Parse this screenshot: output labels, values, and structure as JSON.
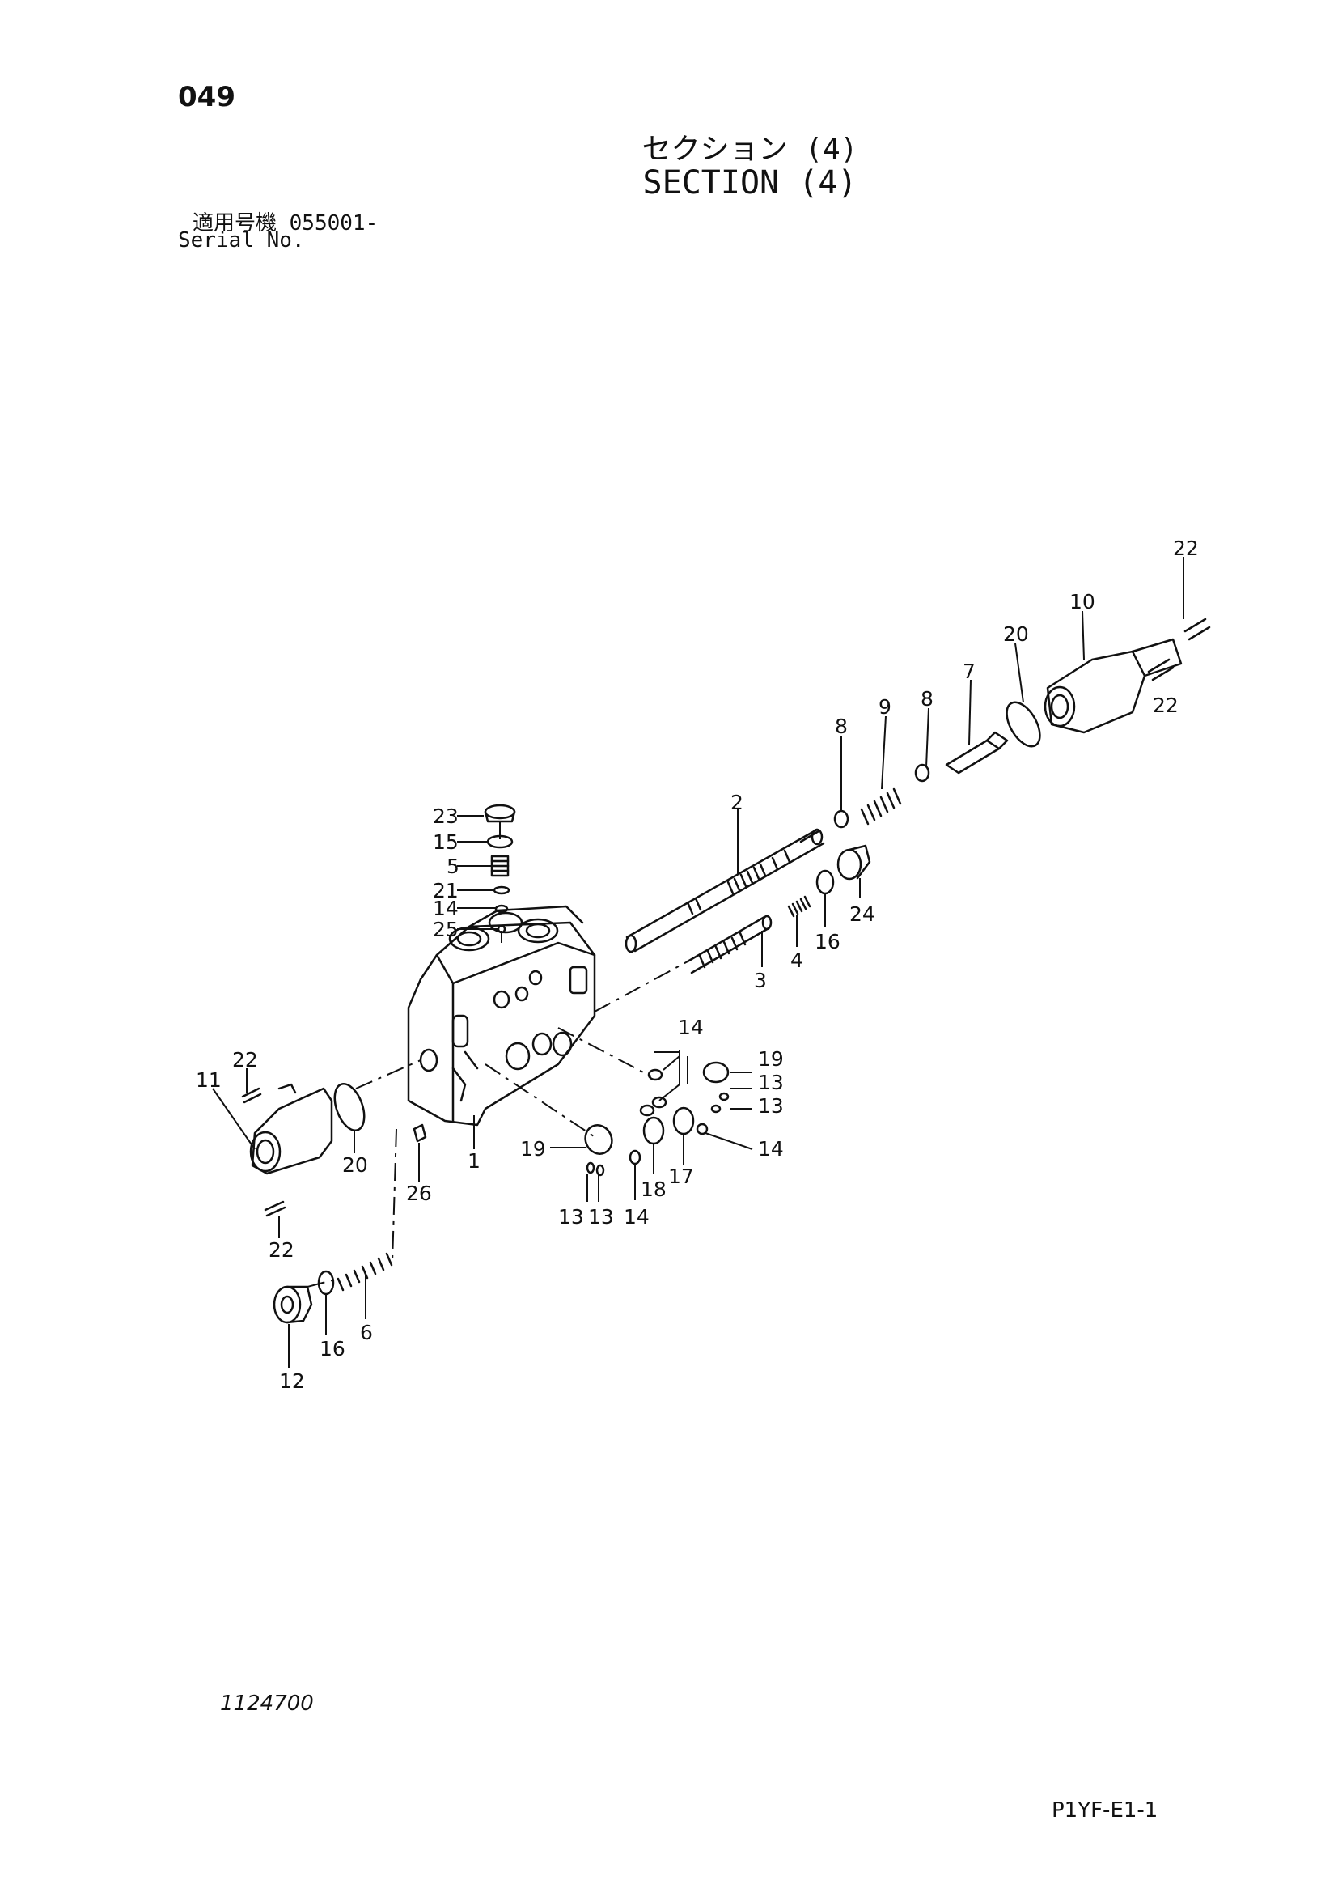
{
  "header": {
    "page_number": "049",
    "title_jp": "セクション (4)",
    "title_en": "SECTION (4)",
    "serial_label_jp": "適用号機  055001-",
    "serial_label_en": "Serial No."
  },
  "footer": {
    "drawing_number": "1124700",
    "page_code": "P1YF-E1-1"
  },
  "callouts": {
    "c1": "1",
    "c2": "2",
    "c3": "3",
    "c4": "4",
    "c5": "5",
    "c6": "6",
    "c7": "7",
    "c8a": "8",
    "c8b": "8",
    "c9": "9",
    "c10": "10",
    "c11": "11",
    "c12": "12",
    "c13a": "13",
    "c13b": "13",
    "c13c": "13",
    "c13d": "13",
    "c14a": "14",
    "c14b": "14",
    "c14c": "14",
    "c14d": "14",
    "c15": "15",
    "c16a": "16",
    "c16b": "16",
    "c17": "17",
    "c18": "18",
    "c19a": "19",
    "c19b": "19",
    "c20a": "20",
    "c20b": "20",
    "c21": "21",
    "c22a": "22",
    "c22b": "22",
    "c22c": "22",
    "c22d": "22",
    "c23": "23",
    "c24": "24",
    "c25": "25",
    "c26": "26"
  },
  "icons": {
    "diagram": "exploded-valve-section-drawing"
  }
}
